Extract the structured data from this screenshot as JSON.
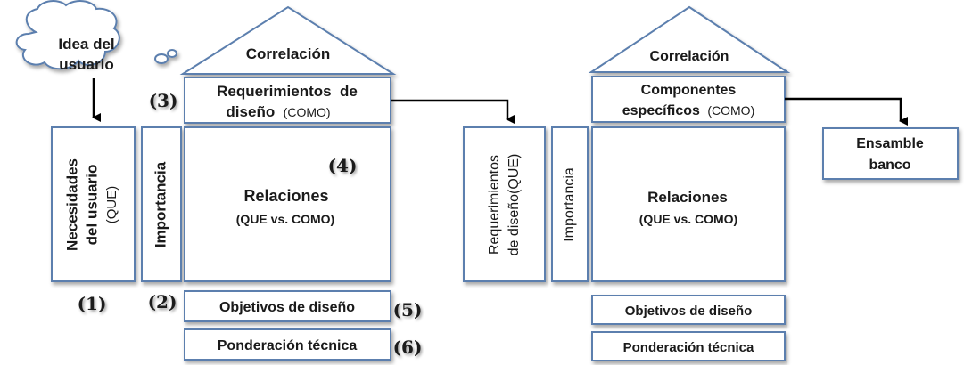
{
  "cloud": {
    "line1": "Idea del",
    "line2": "usuario"
  },
  "left_matrix": {
    "roof": "Correlación",
    "how_line1": "Requerimientos  de",
    "how_line2_bold": "diseño",
    "how_line2_normal": "(COMO)",
    "what_line1": "Necesidades",
    "what_line2": "del usuario",
    "what_line3": "(QUE)",
    "importance": "Importancia",
    "rel_title": "Relaciones",
    "rel_sub": "(QUE vs. COMO)",
    "objectives": "Objetivos de diseño",
    "weighting": "Ponderación técnica"
  },
  "markers": {
    "m1": "(1)",
    "m2": "(2)",
    "m3": "(3)",
    "m4": "(4)",
    "m5": "(5)",
    "m6": "(6)"
  },
  "right_matrix": {
    "roof": "Correlación",
    "how_line1": "Componentes",
    "how_line2_bold": "específicos",
    "how_line2_normal": "(COMO)",
    "what_line1": "Requerimientos",
    "what_line2": "de diseño(QUE)",
    "importance": "Importancia",
    "rel_title": "Relaciones",
    "rel_sub": "(QUE vs. COMO)",
    "objectives": "Objetivos de diseño",
    "weighting": "Ponderación técnica"
  },
  "output": {
    "line1": "Ensamble",
    "line2": "banco"
  },
  "colors": {
    "border": "#5b7fae",
    "arrow": "#000000",
    "shadow": "#bdbdbd"
  }
}
